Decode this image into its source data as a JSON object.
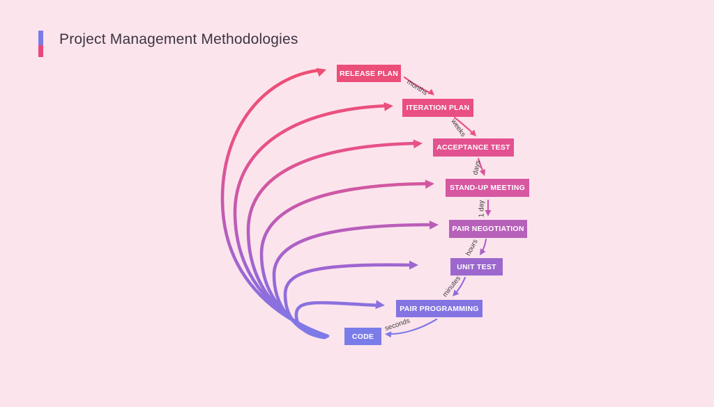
{
  "title": {
    "text": "Project Management Methodologies"
  },
  "accent_bar": {
    "top_color": "#7b7ce8",
    "bottom_color": "#e8487c"
  },
  "canvas": {
    "background": "#fce4ed"
  },
  "palette": {
    "gradient_top": "#ee4d72",
    "gradient_mid": "#c05cb4",
    "gradient_bottom": "#7b7ce9",
    "label_text": "#413d42",
    "node_text": "#ffffff"
  },
  "flow": {
    "nodes": [
      {
        "id": "release-plan",
        "label": "RELEASE PLAN",
        "color": "#eb4e79"
      },
      {
        "id": "iteration-plan",
        "label": "ITERATION PLAN",
        "color": "#e94f82"
      },
      {
        "id": "acceptance-test",
        "label": "ACCEPTANCE TEST",
        "color": "#e25290"
      },
      {
        "id": "stand-up-meeting",
        "label": "STAND-UP MEETING",
        "color": "#d757a1"
      },
      {
        "id": "pair-negotiation",
        "label": "PAIR NEGOTIATION",
        "color": "#b760b9"
      },
      {
        "id": "unit-test",
        "label": "UNIT TEST",
        "color": "#9c68cd"
      },
      {
        "id": "pair-programming",
        "label": "PAIR PROGRAMMING",
        "color": "#8374e2"
      },
      {
        "id": "code",
        "label": "CODE",
        "color": "#7a7ce9"
      }
    ],
    "intervals": [
      {
        "label": "months",
        "from": "release-plan",
        "to": "iteration-plan"
      },
      {
        "label": "weeks",
        "from": "iteration-plan",
        "to": "acceptance-test"
      },
      {
        "label": "days",
        "from": "acceptance-test",
        "to": "stand-up-meeting"
      },
      {
        "label": "1 day",
        "from": "stand-up-meeting",
        "to": "pair-negotiation"
      },
      {
        "label": "hours",
        "from": "pair-negotiation",
        "to": "unit-test"
      },
      {
        "label": "minutes",
        "from": "unit-test",
        "to": "pair-programming"
      },
      {
        "label": "seconds",
        "from": "pair-programming",
        "to": "code"
      }
    ]
  }
}
